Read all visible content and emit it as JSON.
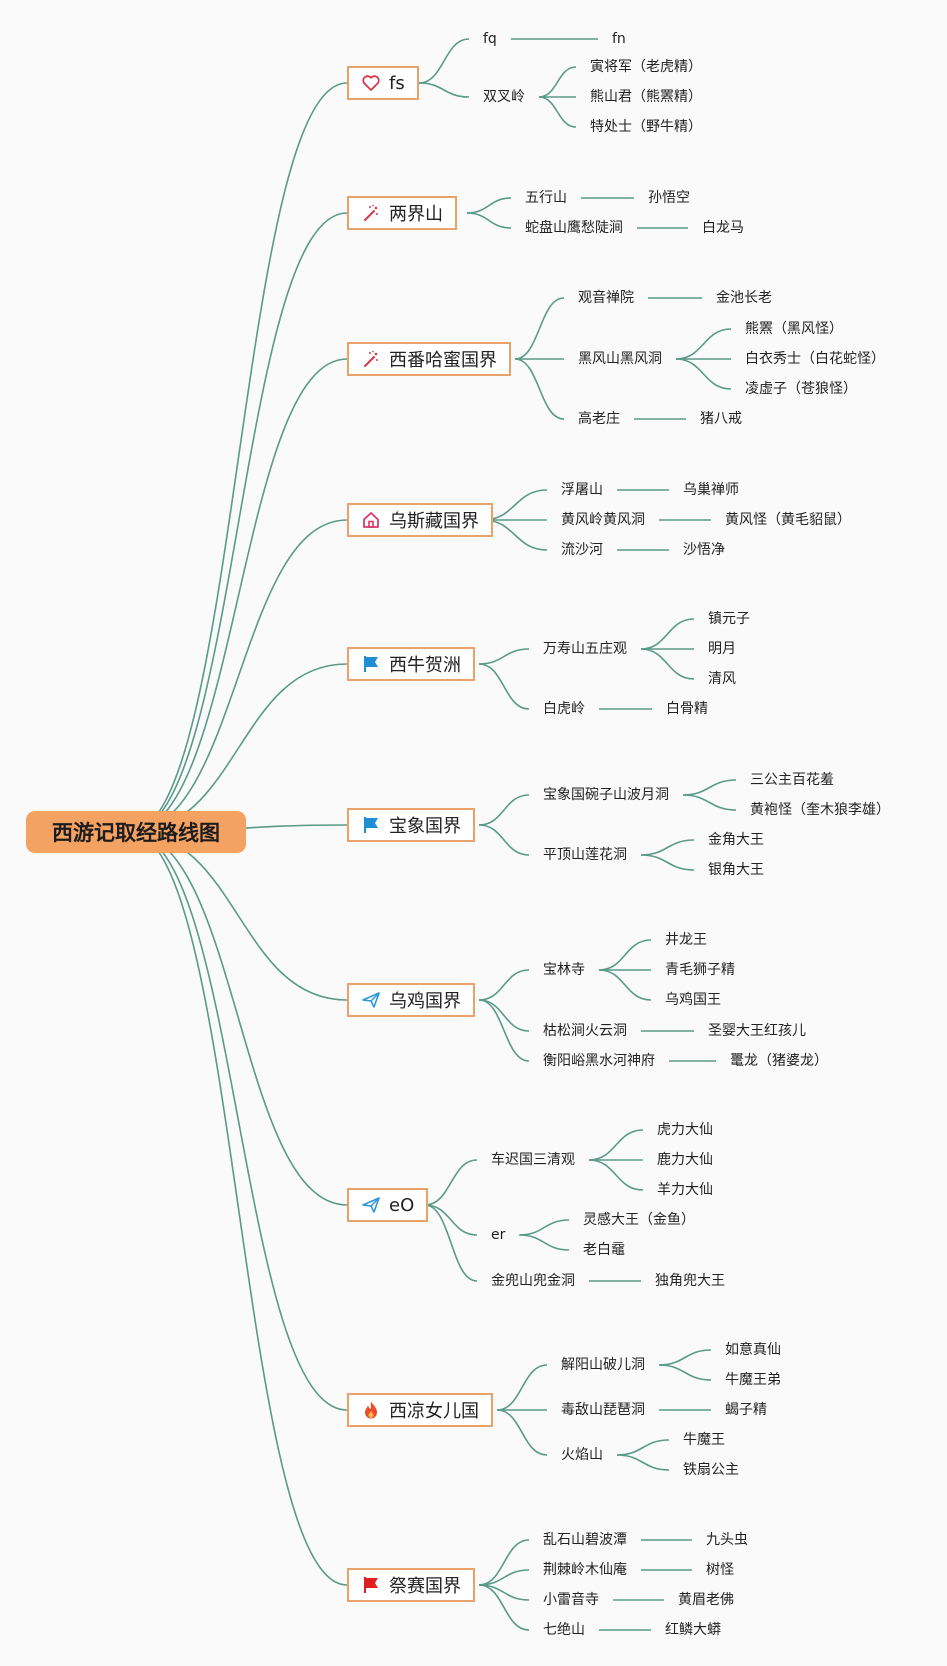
{
  "root": "西游记取经路线图",
  "colors": {
    "root_fill": "#f4a262",
    "branch_border": "#e9a26a",
    "line": "#5a9a88"
  },
  "branches": [
    {
      "label": "fs",
      "icon": "heart-icon",
      "children": [
        {
          "label": "fq",
          "children": [
            {
              "label": "fn"
            }
          ]
        },
        {
          "label": "双叉岭",
          "children": [
            {
              "label": "寅将军（老虎精）"
            },
            {
              "label": "熊山君（熊罴精）"
            },
            {
              "label": "特处士（野牛精）"
            }
          ]
        }
      ]
    },
    {
      "label": "两界山",
      "icon": "magic-wand-icon",
      "children": [
        {
          "label": "五行山",
          "children": [
            {
              "label": "孙悟空"
            }
          ]
        },
        {
          "label": "蛇盘山鹰愁陡涧",
          "children": [
            {
              "label": "白龙马"
            }
          ]
        }
      ]
    },
    {
      "label": "西番哈蜜国界",
      "icon": "magic-wand-icon",
      "children": [
        {
          "label": "观音禅院",
          "children": [
            {
              "label": "金池长老"
            }
          ]
        },
        {
          "label": "黑风山黑风洞",
          "children": [
            {
              "label": "熊罴（黑风怪）"
            },
            {
              "label": "白衣秀士（白花蛇怪）"
            },
            {
              "label": "凌虚子（苍狼怪）"
            }
          ]
        },
        {
          "label": "高老庄",
          "children": [
            {
              "label": "猪八戒"
            }
          ]
        }
      ]
    },
    {
      "label": "乌斯藏国界",
      "icon": "home-icon",
      "children": [
        {
          "label": "浮屠山",
          "children": [
            {
              "label": "乌巢禅师"
            }
          ]
        },
        {
          "label": "黄风岭黄风洞",
          "children": [
            {
              "label": "黄风怪（黄毛貂鼠）"
            }
          ]
        },
        {
          "label": "流沙河",
          "children": [
            {
              "label": "沙悟净"
            }
          ]
        }
      ]
    },
    {
      "label": "西牛贺洲",
      "icon": "blue-flag-icon",
      "children": [
        {
          "label": "万寿山五庄观",
          "children": [
            {
              "label": "镇元子"
            },
            {
              "label": "明月"
            },
            {
              "label": "清风"
            }
          ]
        },
        {
          "label": "白虎岭",
          "children": [
            {
              "label": "白骨精"
            }
          ]
        }
      ]
    },
    {
      "label": "宝象国界",
      "icon": "blue-flag-icon",
      "children": [
        {
          "label": "宝象国碗子山波月洞",
          "children": [
            {
              "label": "三公主百花羞"
            },
            {
              "label": "黄袍怪（奎木狼李雄）"
            }
          ]
        },
        {
          "label": "平顶山莲花洞",
          "children": [
            {
              "label": "金角大王"
            },
            {
              "label": "银角大王"
            }
          ]
        }
      ]
    },
    {
      "label": "乌鸡国界",
      "icon": "paper-plane-icon",
      "children": [
        {
          "label": "宝林寺",
          "children": [
            {
              "label": "井龙王"
            },
            {
              "label": "青毛狮子精"
            },
            {
              "label": "乌鸡国王"
            }
          ]
        },
        {
          "label": "枯松涧火云洞",
          "children": [
            {
              "label": "圣婴大王红孩儿"
            }
          ]
        },
        {
          "label": "衡阳峪黑水河神府",
          "children": [
            {
              "label": "鼍龙（猪婆龙）"
            }
          ]
        }
      ]
    },
    {
      "label": "eO",
      "icon": "paper-plane-icon",
      "children": [
        {
          "label": "车迟国三清观",
          "children": [
            {
              "label": "虎力大仙"
            },
            {
              "label": "鹿力大仙"
            },
            {
              "label": "羊力大仙"
            }
          ]
        },
        {
          "label": "er",
          "children": [
            {
              "label": "灵感大王（金鱼）"
            },
            {
              "label": "老白黿"
            }
          ]
        },
        {
          "label": "金兜山兜金洞",
          "children": [
            {
              "label": "独角兜大王"
            }
          ]
        }
      ]
    },
    {
      "label": "西凉女儿国",
      "icon": "fire-icon",
      "children": [
        {
          "label": "解阳山破儿洞",
          "children": [
            {
              "label": "如意真仙"
            },
            {
              "label": "牛魔王弟"
            }
          ]
        },
        {
          "label": "毒敌山琵琶洞",
          "children": [
            {
              "label": "蝎子精"
            }
          ]
        },
        {
          "label": "火焰山",
          "children": [
            {
              "label": "牛魔王"
            },
            {
              "label": "铁扇公主"
            }
          ]
        }
      ]
    },
    {
      "label": "祭赛国界",
      "icon": "red-flag-icon",
      "children": [
        {
          "label": "乱石山碧波潭",
          "children": [
            {
              "label": "九头虫"
            }
          ]
        },
        {
          "label": "荆棘岭木仙庵",
          "children": [
            {
              "label": "树怪"
            }
          ]
        },
        {
          "label": "小雷音寺",
          "children": [
            {
              "label": "黄眉老佛"
            }
          ]
        },
        {
          "label": "七绝山",
          "children": [
            {
              "label": "红鳞大蟒"
            }
          ]
        }
      ]
    }
  ]
}
